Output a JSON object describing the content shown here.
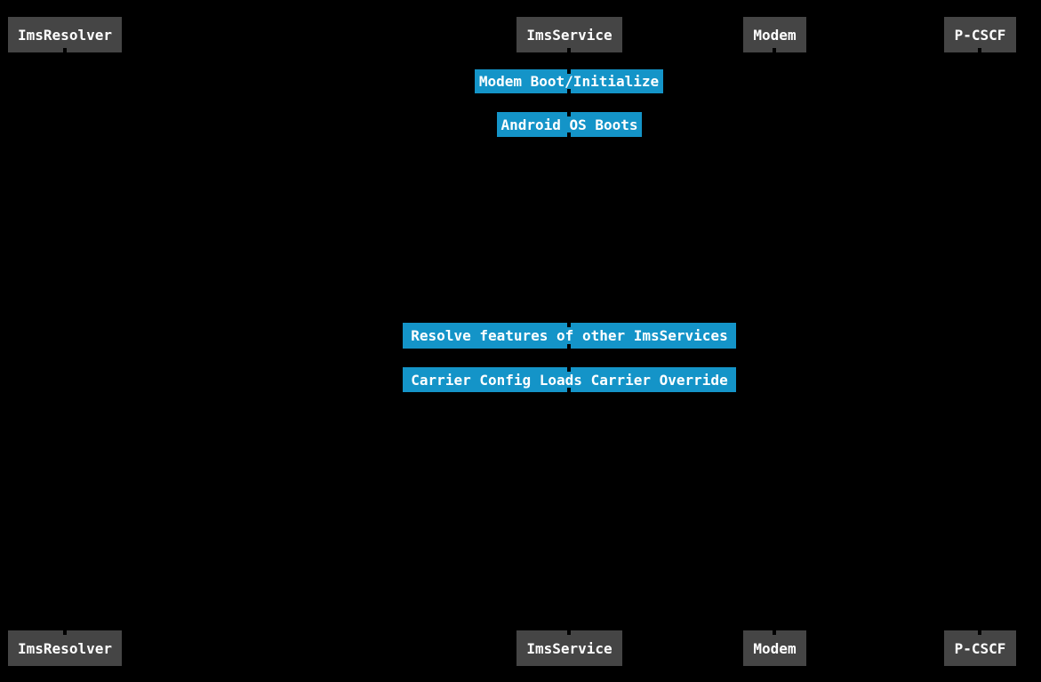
{
  "diagram": {
    "type": "sequence-diagram",
    "participants": [
      {
        "name": "ImsResolver"
      },
      {
        "name": "ImsService"
      },
      {
        "name": "Modem"
      },
      {
        "name": "P-CSCF"
      }
    ],
    "notes": [
      {
        "text": "Modem Boot/Initialize",
        "over": "ImsService"
      },
      {
        "text": "Android OS Boots",
        "over": "ImsService"
      },
      {
        "text": "Resolve features of other ImsServices",
        "over": "ImsService"
      },
      {
        "text": "Carrier Config Loads Carrier Override",
        "over": "ImsService"
      }
    ],
    "colors": {
      "background": "#000000",
      "participant_fill": "#454545",
      "note_fill": "#1494c8",
      "text": "#ffffff",
      "lifeline": "#000000"
    }
  }
}
